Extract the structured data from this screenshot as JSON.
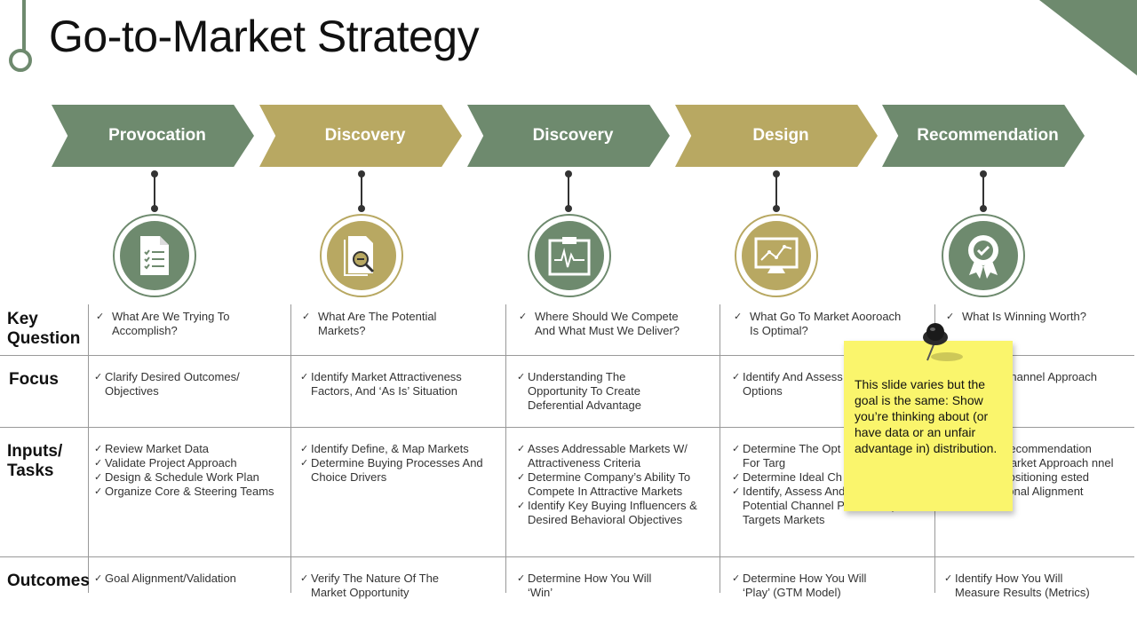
{
  "title": "Go-to-Market Strategy",
  "colors": {
    "green": "#6e8a6e",
    "gold": "#b8a862",
    "note": "#faf56c"
  },
  "stages": [
    {
      "label": "Provocation",
      "color": "green",
      "icon": "document-checklist-icon"
    },
    {
      "label": "Discovery",
      "color": "gold",
      "icon": "magnifier-document-icon"
    },
    {
      "label": "Discovery",
      "color": "green",
      "icon": "clipboard-chart-icon"
    },
    {
      "label": "Design",
      "color": "gold",
      "icon": "monitor-chart-icon"
    },
    {
      "label": "Recommendation",
      "color": "green",
      "icon": "award-badge-icon"
    }
  ],
  "rows": {
    "key_question": "Key\nQuestion",
    "focus": "Focus",
    "inputs": "Inputs/\nTasks",
    "outcomes": "Outcomes"
  },
  "key_questions": [
    [
      "What Are We Trying To Accomplish?"
    ],
    [
      "What Are The Potential Markets?"
    ],
    [
      "Where Should We Compete And What Must We Deliver?"
    ],
    [
      "What Go To Market Aooroach Is Optimal?"
    ],
    [
      "What Is Winning Worth?"
    ]
  ],
  "focus": [
    [
      "Clarify Desired Outcomes/ Objectives"
    ],
    [
      "Identify Market Attractiveness Factors, And ‘As Is’ Situation"
    ],
    [
      "Understanding The Opportunity To Create Deferential Advantage"
    ],
    [
      "Identify And Assess Channel Options"
    ],
    [
      "Channel Approach"
    ]
  ],
  "inputs": [
    [
      "Review Market Data",
      "Validate Project Approach",
      "Design & Schedule Work Plan",
      "Organize Core & Steering Teams"
    ],
    [
      "Identify Define, & Map Markets",
      "Determine Buying Processes And Choice Drivers"
    ],
    [
      "Asses Addressable Markets W/ Attractiveness Criteria",
      "Determine Company’s Ability To Compete In Attractive Markets",
      "Identify Key Buying Influencers & Desired Behavioral Objectives"
    ],
    [
      "Determine The Opt Positioning For Targ",
      "Determine Ideal Ch Criteria",
      "Identify, Assess And Prioritize Potential Channel Partners By Targets Markets"
    ],
    [
      "Recommendation Market Approach nnel Positioning ested",
      "Organizational Alignment Assessed"
    ]
  ],
  "outcomes": [
    [
      "Goal Alignment/Validation"
    ],
    [
      "Verify The Nature Of The Market Opportunity"
    ],
    [
      "Determine How You Will ‘Win’"
    ],
    [
      "Determine How You Will ‘Play’ (GTM Model)"
    ],
    [
      "Identify How You Will Measure Results (Metrics)"
    ]
  ],
  "sticky_note": "This slide varies but the goal is the same: Show you’re thinking about (or have data or an unfair advantage in) distribution."
}
